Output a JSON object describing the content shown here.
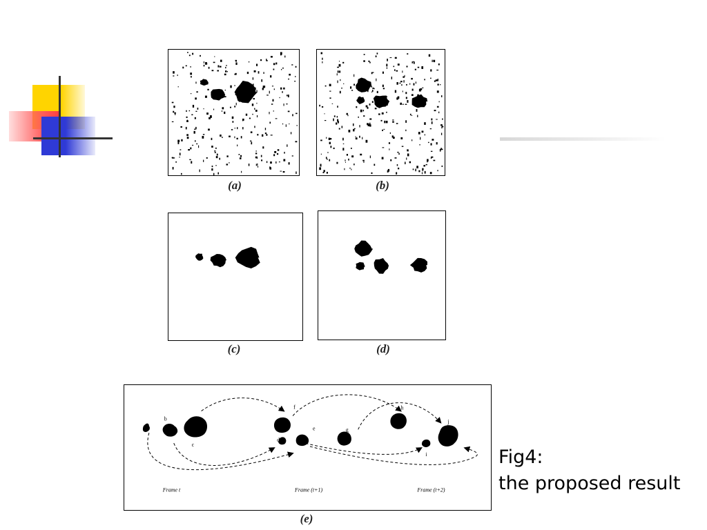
{
  "figure": {
    "panels": [
      {
        "id": "a",
        "label": "(a)"
      },
      {
        "id": "b",
        "label": "(b)"
      },
      {
        "id": "c",
        "label": "(c)"
      },
      {
        "id": "d",
        "label": "(d)"
      },
      {
        "id": "e",
        "label": "(e)"
      }
    ],
    "frame_labels": [
      "Frame t",
      "Frame (t+1)",
      "Frame (t+2)"
    ],
    "object_labels": [
      "a",
      "b",
      "c",
      "d",
      "e",
      "f",
      "g",
      "h",
      "i",
      "j"
    ]
  },
  "caption": {
    "line1": "Fig4:",
    "line2": "the proposed result"
  },
  "colors": {
    "yellow": "#ffd400",
    "red": "#ff5a5a",
    "blue": "#2f3ad6",
    "line": "#333333"
  }
}
